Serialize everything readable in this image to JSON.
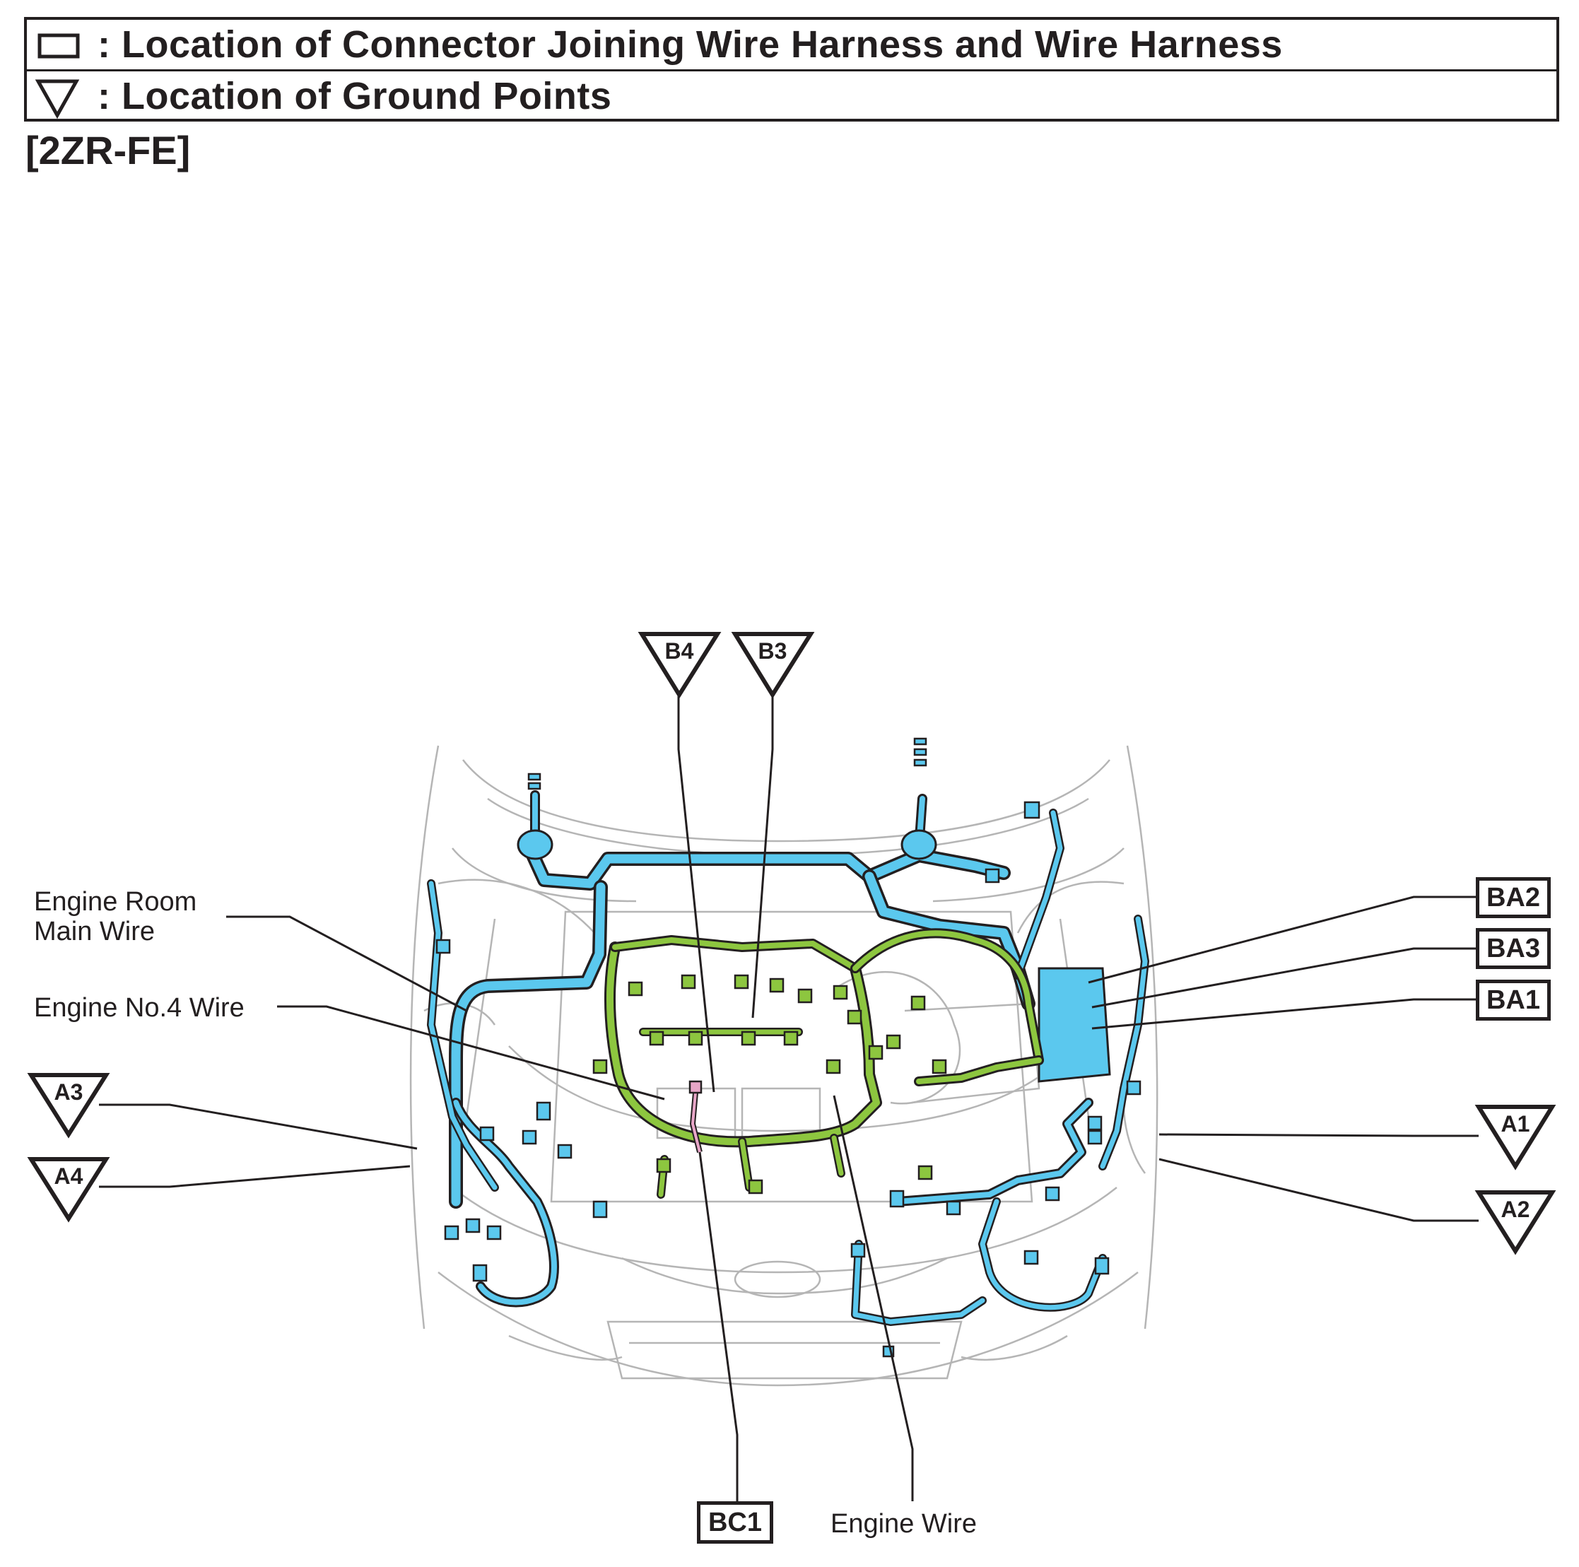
{
  "legend": {
    "connector_text": ": Location of Connector Joining Wire Harness and Wire Harness",
    "ground_text": ": Location of Ground Points"
  },
  "engine_label": "[2ZR-FE]",
  "callouts": {
    "engine_room_main_wire": "Engine Room\nMain Wire",
    "engine_no4_wire": "Engine No.4 Wire",
    "engine_wire": "Engine Wire"
  },
  "connector_tags": {
    "ba2": "BA2",
    "ba3": "BA3",
    "ba1": "BA1",
    "bc1": "BC1"
  },
  "ground_tags": {
    "b4": "B4",
    "b3": "B3",
    "a3": "A3",
    "a4": "A4",
    "a1": "A1",
    "a2": "A2"
  },
  "colors": {
    "engine_room_main_wire": "#5bc8ee",
    "engine_wire": "#8dc63f",
    "engine_no4_wire": "#e8a6c8",
    "outline": "#231f20",
    "vehicle_line": "#b5b5b5"
  }
}
